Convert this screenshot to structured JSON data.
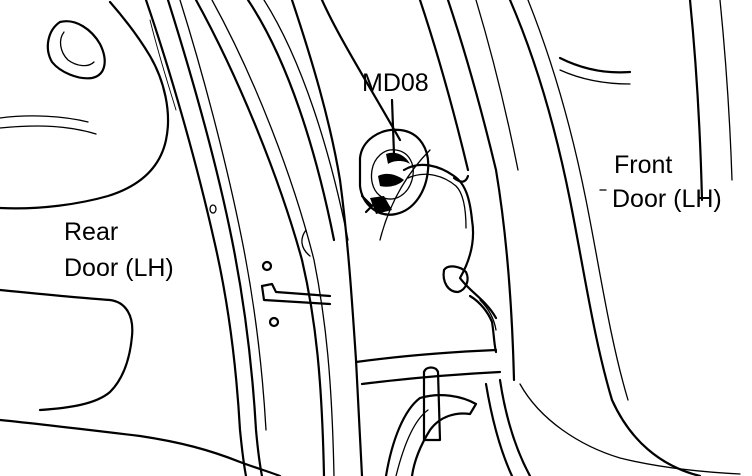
{
  "labels": {
    "connector": "MD08",
    "front_door_line1": "Front",
    "front_door_line2": "Door (LH)",
    "rear_door_line1": "Rear",
    "rear_door_line2": "Door (LH)"
  },
  "colors": {
    "line": "#000000",
    "background": "#ffffff"
  }
}
